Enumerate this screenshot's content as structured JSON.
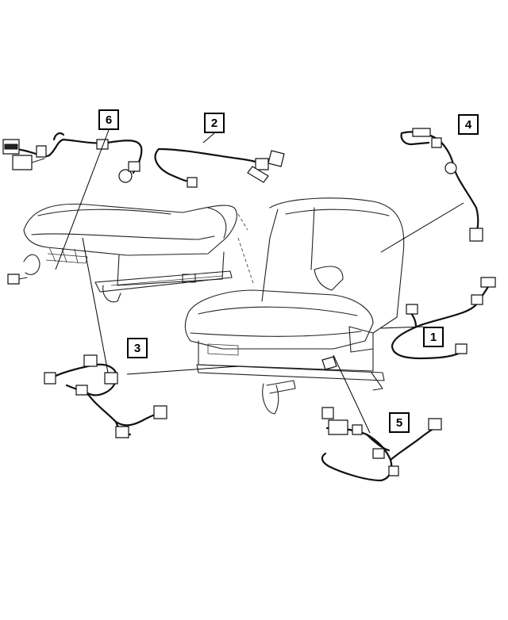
{
  "callouts": [
    {
      "id": "6",
      "label": "6"
    },
    {
      "id": "2",
      "label": "2"
    },
    {
      "id": "4",
      "label": "4"
    },
    {
      "id": "1",
      "label": "1"
    },
    {
      "id": "3",
      "label": "3"
    },
    {
      "id": "5",
      "label": "5"
    }
  ]
}
